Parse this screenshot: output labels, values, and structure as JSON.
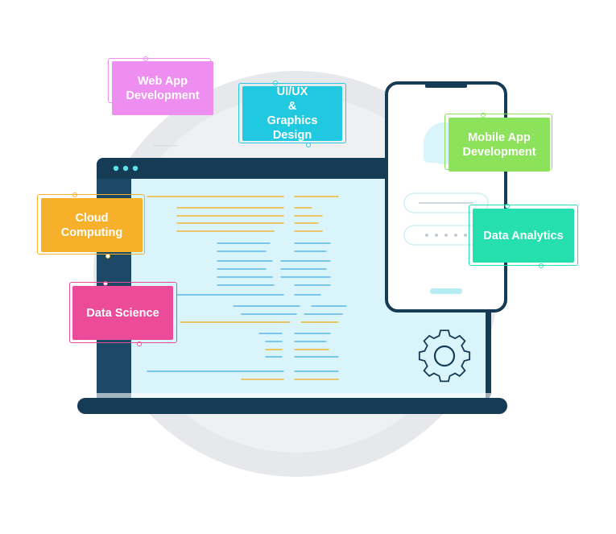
{
  "labels": {
    "web_app": "Web App\nDevelopment",
    "uiux": "UI/UX\n&\nGraphics Design",
    "mobile_app": "Mobile App\nDevelopment",
    "cloud": "Cloud\nComputing",
    "data_analytics": "Data Analytics",
    "data_science": "Data Science"
  },
  "colors": {
    "web_app": "#ee8ef0",
    "uiux": "#20c9e0",
    "mobile_app": "#8ce25a",
    "cloud": "#f7b02a",
    "data_analytics": "#26dfae",
    "data_science": "#ec4b9a",
    "dark_navy": "#163b55",
    "screen_light": "#d9f4fb",
    "backdrop_circle": "#e7e8ec"
  },
  "icons": {
    "laptop": "laptop-icon",
    "phone": "smartphone-icon",
    "gear": "gear-icon",
    "cloud": "cloud-icon"
  }
}
